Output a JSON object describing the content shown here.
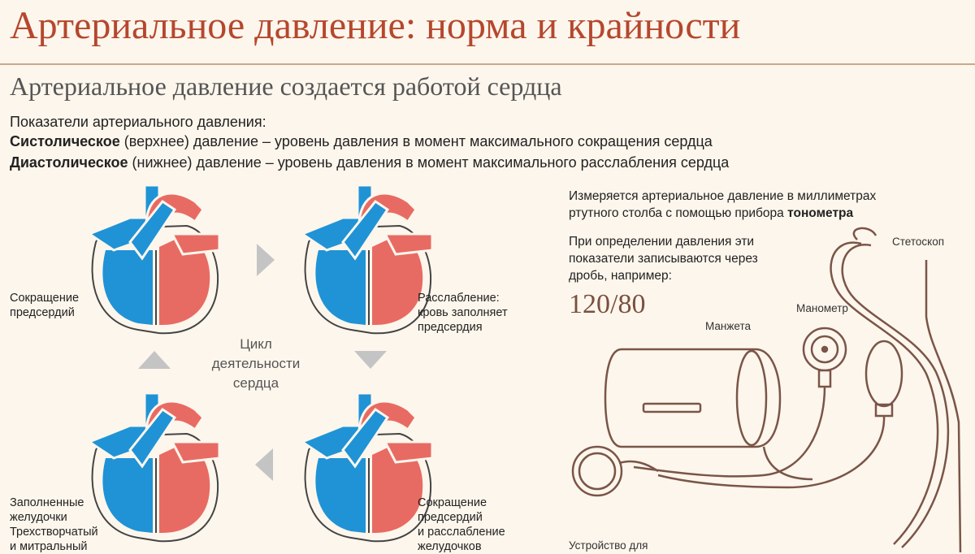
{
  "header": {
    "title": "Артериальное давление: норма и крайности",
    "subtitle": "Артериальное давление создается работой сердца"
  },
  "indicators": {
    "intro": "Показатели артериального давления:",
    "systolic_term": "Систолическое",
    "systolic_rest": " (верхнее) давление – уровень давления в момент максимального сокращения сердца",
    "diastolic_term": "Диастолическое",
    "diastolic_rest": " (нижнее) давление – уровень давления в момент максимального расслабления сердца"
  },
  "cycle": {
    "center_lines": [
      "Цикл",
      "деятельности",
      "сердца"
    ],
    "stages": [
      {
        "lines": [
          "Сокращение",
          "предсердий"
        ]
      },
      {
        "lines": [
          "Расслабление:",
          "кровь заполняет",
          "предсердия"
        ]
      },
      {
        "lines": [
          "Сокращение",
          "предсердий",
          "и расслабление",
          "желудочков"
        ]
      },
      {
        "lines": [
          "Заполненные",
          "желудочки",
          "Трехстворчатый",
          "и митральный"
        ]
      }
    ]
  },
  "measurement": {
    "line1": "Измеряется артериальное давление в миллиметрах",
    "line2_plain": "ртутного столба с помощью прибора ",
    "line2_bold": "тонометра",
    "note_lines": [
      "При определении давления эти",
      "показатели записываются через",
      "дробь, например:"
    ],
    "example": "120/80"
  },
  "device": {
    "stethoscope": "Стетоскоп",
    "manometer": "Манометр",
    "cuff": "Манжета",
    "caption": "Устройство для"
  },
  "colors": {
    "title": "#b5472e",
    "vein_blue": "#1f93d6",
    "artery_red": "#e86b63",
    "arrow_gray": "#c4c4c4",
    "device_outline": "#7a5548"
  }
}
